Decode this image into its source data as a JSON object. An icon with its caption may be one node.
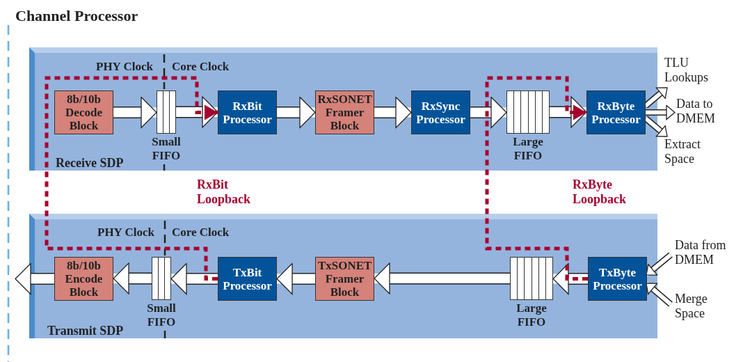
{
  "diagram": {
    "title": "Channel Processor",
    "nodes": [
      {
        "text": [
          "Receive SDP"
        ]
      },
      {
        "text": [
          "8b/10b Decode Block"
        ],
        "in": 0
      },
      {
        "text": [],
        "shape": "box",
        "in": 0,
        "beside": [
          "Small FIFO"
        ]
      },
      {
        "text": [
          "RxBit Processor"
        ],
        "in": 0
      },
      {
        "text": [
          "RxSONET Framer Block"
        ],
        "in": 0
      },
      {
        "text": [
          "RxSync Processor"
        ],
        "in": 0
      },
      {
        "text": [],
        "shape": "box",
        "in": 0,
        "beside": [
          "Large FIFO"
        ]
      },
      {
        "text": [
          "RxByte Processor"
        ],
        "in": 0
      },
      {
        "text": [
          "TLU Lookups"
        ]
      },
      {
        "text": [
          "Data to DMEM"
        ]
      },
      {
        "text": [
          "Extract Space"
        ]
      },
      {
        "text": [
          "Transmit SDP"
        ]
      },
      {
        "text": [
          "8b/10b Encode Block"
        ],
        "in": 11
      },
      {
        "text": [],
        "shape": "box",
        "in": 11,
        "beside": [
          "Small FIFO"
        ]
      },
      {
        "text": [
          "TxBit Processor"
        ],
        "in": 11
      },
      {
        "text": [
          "TxSONET Framer Block"
        ],
        "in": 11
      },
      {
        "text": [],
        "shape": "box",
        "in": 11,
        "beside": [
          "Large FIFO"
        ]
      },
      {
        "text": [
          "TxByte Processor"
        ],
        "in": 11
      },
      {
        "text": [
          "Data from DMEM"
        ]
      },
      {
        "text": [
          "Merge Space"
        ]
      }
    ],
    "edges": [
      {
        "from": 1,
        "to": 2,
        "arrow": "to"
      },
      {
        "from": 2,
        "to": 3,
        "arrow": "to"
      },
      {
        "from": 3,
        "to": 4,
        "arrow": "to"
      },
      {
        "from": 4,
        "to": 5,
        "arrow": "to"
      },
      {
        "from": 5,
        "to": 6,
        "arrow": "to"
      },
      {
        "from": 6,
        "to": 7,
        "arrow": "to"
      },
      {
        "from": 7,
        "to": 8,
        "arrow": "to"
      },
      {
        "from": 7,
        "to": 9,
        "arrow": "to"
      },
      {
        "from": 7,
        "to": 10,
        "arrow": "to"
      },
      {
        "from": 17,
        "to": 16,
        "arrow": "to"
      },
      {
        "from": 16,
        "to": 15,
        "arrow": "to"
      },
      {
        "from": 15,
        "to": 14,
        "arrow": "to"
      },
      {
        "from": 14,
        "to": 13,
        "arrow": "to"
      },
      {
        "from": 13,
        "to": 12,
        "arrow": "to"
      },
      {
        "from": 12,
        "to": null,
        "arrow": "to"
      },
      {
        "from": 18,
        "to": 17,
        "arrow": "to"
      },
      {
        "from": 19,
        "to": 17,
        "arrow": "to"
      },
      {
        "from": 14,
        "to": 3,
        "arrow": "to",
        "style": "dashed",
        "color": "#a8002e"
      },
      {
        "from": 17,
        "to": 7,
        "arrow": "to",
        "style": "dashed",
        "color": "#a8002e"
      }
    ],
    "labels": [
      "PHY Clock",
      "Core Clock",
      "RxBit Loopback",
      "RxByte Loopback",
      "PHY Clock",
      "Core Clock"
    ]
  }
}
